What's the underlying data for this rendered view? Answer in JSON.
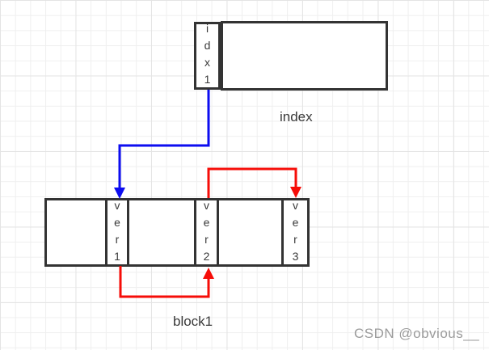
{
  "diagram": {
    "index_box": {
      "key": "idx1",
      "label": "index"
    },
    "block_row": {
      "label": "block1",
      "cells": [
        {
          "type": "data",
          "text": ""
        },
        {
          "type": "version",
          "text": "ver1"
        },
        {
          "type": "data",
          "text": ""
        },
        {
          "type": "version",
          "text": "ver2"
        },
        {
          "type": "data",
          "text": ""
        },
        {
          "type": "version",
          "text": "ver3"
        }
      ]
    },
    "arrows": [
      {
        "name": "index-to-ver1",
        "from": "idx1",
        "to": "ver1",
        "color": "#0d0df0"
      },
      {
        "name": "ver2-to-ver3",
        "from": "ver2",
        "to": "ver3",
        "color": "#f60d08"
      },
      {
        "name": "ver1-to-ver2",
        "from": "ver1",
        "to": "ver2",
        "color": "#f60d08"
      }
    ]
  },
  "watermark": "CSDN @obvious__",
  "colors": {
    "border": "#333333",
    "text": "#3a3a3a",
    "arrow_blue": "#0d0df0",
    "arrow_red": "#f60d08",
    "watermark": "#9b9b9b",
    "grid_minor": "#efefef",
    "grid_major": "#e4e4e4"
  }
}
